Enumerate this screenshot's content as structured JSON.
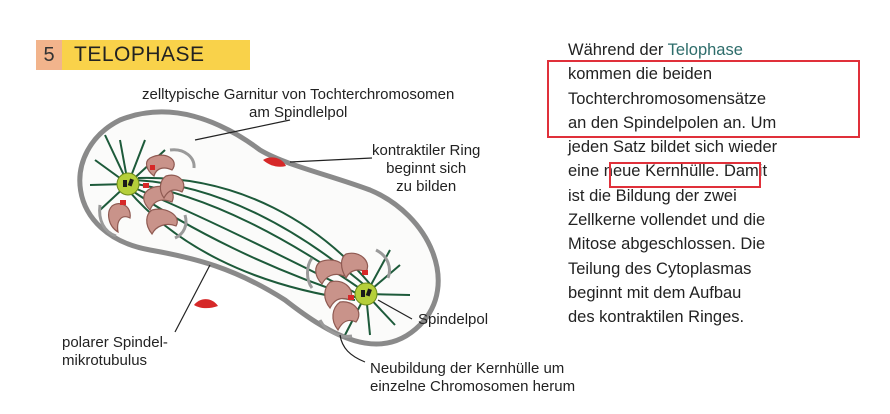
{
  "header": {
    "number": "5",
    "title": "TELOPHASE"
  },
  "labels": {
    "chromosomes_line1": "zelltypische Garnitur von Tochterchromosomen",
    "chromosomes_line2": "am Spindlelpol",
    "ring_line1": "kontraktiler Ring",
    "ring_line2": "beginnt sich",
    "ring_line3": "zu bilden",
    "pole": "Spindelpol",
    "polar_line1": "polarer Spindel-",
    "polar_line2": "mikrotubulus",
    "envelope_line1": "Neubildung der Kernhülle um",
    "envelope_line2": "einzelne Chromosomen herum"
  },
  "text": {
    "l1a": "Während der ",
    "l1b": "Telophase",
    "l2": "kommen die beiden",
    "l3": "Tochterchromosomensätze",
    "l4": "an den Spindelpolen an. Um",
    "l5": "jeden Satz bildet sich wieder",
    "l6a": "eine ",
    "l6b": "neue Kernhülle.",
    "l6c": " Damit",
    "l7": "ist die Bildung der zwei",
    "l8": "Zellkerne vollendet und die",
    "l9": "Mitose abgeschlossen. Die",
    "l10": "Teilung des Cytoplasmas",
    "l11": "beginnt mit dem Aufbau",
    "l12": "des kontraktilen Ringes."
  },
  "colors": {
    "number_bg": "#f2b48c",
    "title_bg": "#f9d24a",
    "highlight_box": "#e0303a",
    "spindle": "#1d5a3a",
    "pole": "#b5cf3a",
    "chromosome": "#c9938a",
    "ring": "#d62828",
    "membrane": "#8a8a8a"
  }
}
